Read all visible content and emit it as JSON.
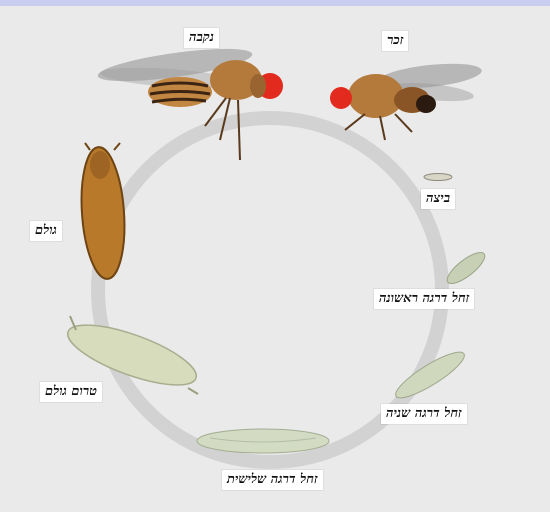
{
  "labels": {
    "female": "נקבה",
    "male": "זכר",
    "egg": "ביצה",
    "larva1": "זחל דרגה ראשונה",
    "larva2": "זחל דרגה שניה",
    "larva3": "זחל דרגה שלישית",
    "prepupa": "טרום גולם",
    "pupa": "גולם"
  },
  "colors": {
    "background": "#eaeaea",
    "cycle_ring": "#d2d2d2",
    "fly_body": "#b47a3c",
    "fly_eye": "#e22a1e",
    "pupa": "#b87a2a",
    "larva": "#d6dcbc"
  }
}
